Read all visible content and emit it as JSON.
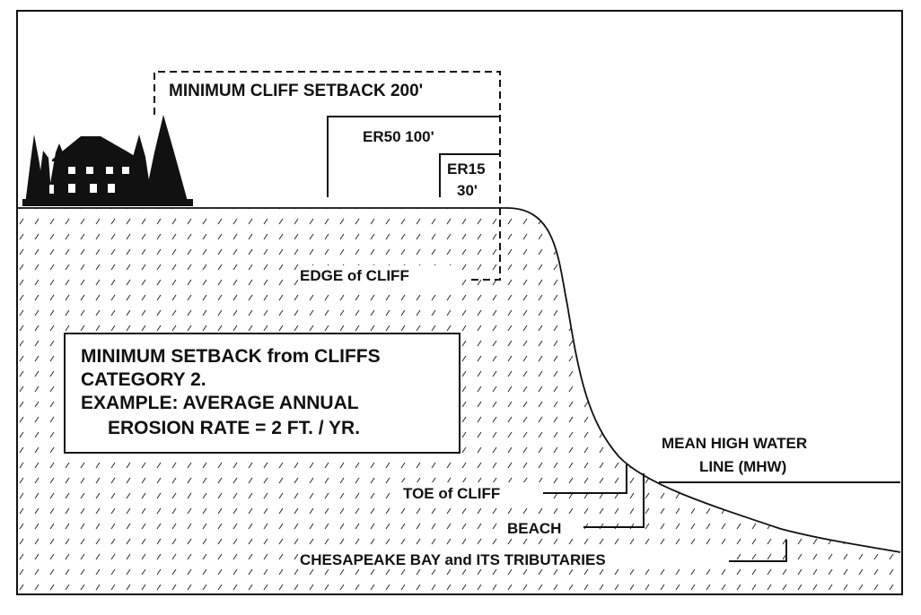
{
  "labels": {
    "cliff_setback": "MINIMUM CLIFF SETBACK 200'",
    "er50": "ER50 100'",
    "er15_line1": "ER15",
    "er15_line2": "30'",
    "edge_of_cliff": "EDGE of CLIFF",
    "mhw_line1": "MEAN HIGH WATER",
    "mhw_line2": "LINE (MHW)",
    "toe_of_cliff": "TOE of CLIFF",
    "beach": "BEACH",
    "bay": "CHESAPEAKE BAY and ITS TRIBUTARIES"
  },
  "info_box": {
    "line1": "MINIMUM SETBACK from CLIFFS",
    "line2": "CATEGORY 2.",
    "line3": "EXAMPLE: AVERAGE ANNUAL",
    "line4": "EROSION RATE = 2 FT. / YR."
  },
  "colors": {
    "ink": "#111111",
    "hatch": "#333333",
    "background": "#ffffff"
  }
}
